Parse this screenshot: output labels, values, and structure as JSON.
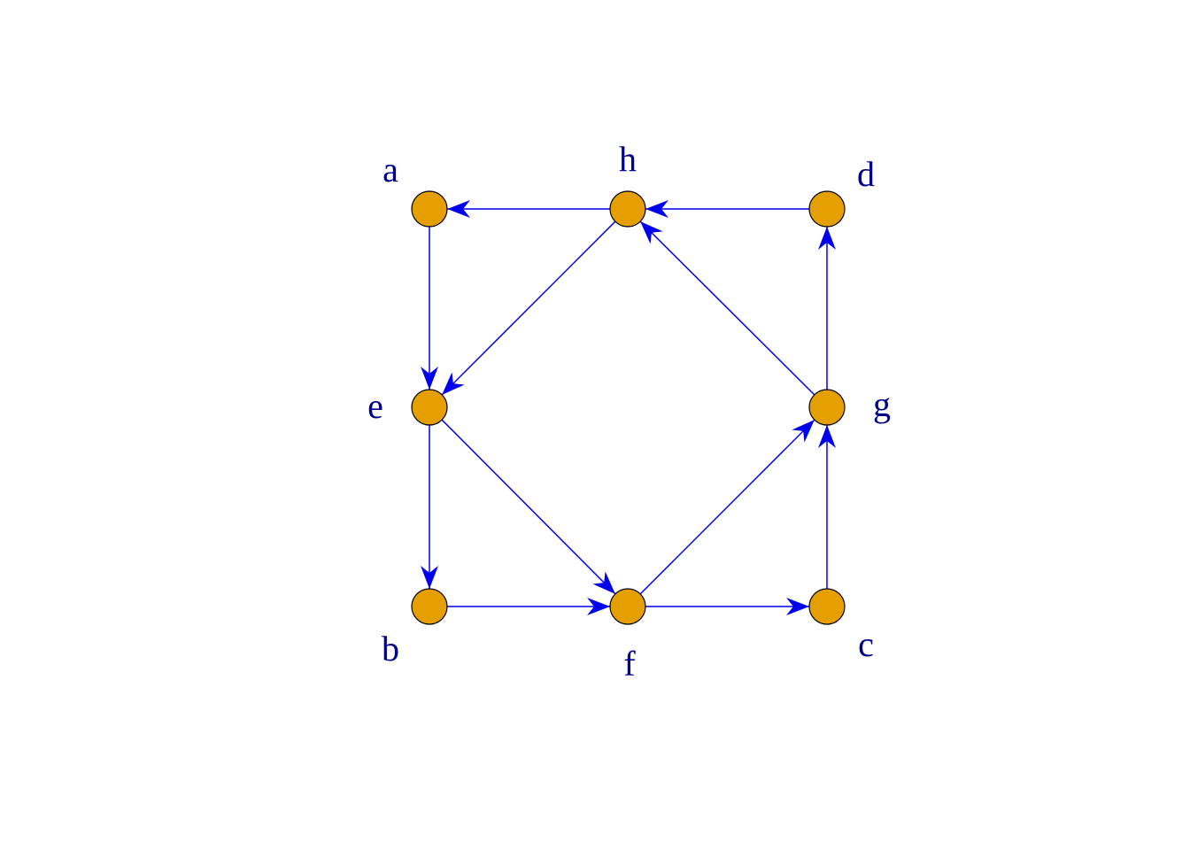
{
  "graph": {
    "type": "directed",
    "colors": {
      "node_fill": "#e69f00",
      "node_border": "#000000",
      "edge": "#0000ee",
      "label": "#00008b",
      "background": "#ffffff"
    },
    "nodes": [
      {
        "id": "a",
        "label": "a"
      },
      {
        "id": "h",
        "label": "h"
      },
      {
        "id": "d",
        "label": "d"
      },
      {
        "id": "e",
        "label": "e"
      },
      {
        "id": "g",
        "label": "g"
      },
      {
        "id": "b",
        "label": "b"
      },
      {
        "id": "f",
        "label": "f"
      },
      {
        "id": "c",
        "label": "c"
      }
    ],
    "edges": [
      {
        "from": "h",
        "to": "a"
      },
      {
        "from": "d",
        "to": "h"
      },
      {
        "from": "a",
        "to": "e"
      },
      {
        "from": "h",
        "to": "e"
      },
      {
        "from": "g",
        "to": "h"
      },
      {
        "from": "g",
        "to": "d"
      },
      {
        "from": "e",
        "to": "b"
      },
      {
        "from": "e",
        "to": "f"
      },
      {
        "from": "b",
        "to": "f"
      },
      {
        "from": "f",
        "to": "g"
      },
      {
        "from": "f",
        "to": "c"
      },
      {
        "from": "c",
        "to": "g"
      }
    ]
  }
}
